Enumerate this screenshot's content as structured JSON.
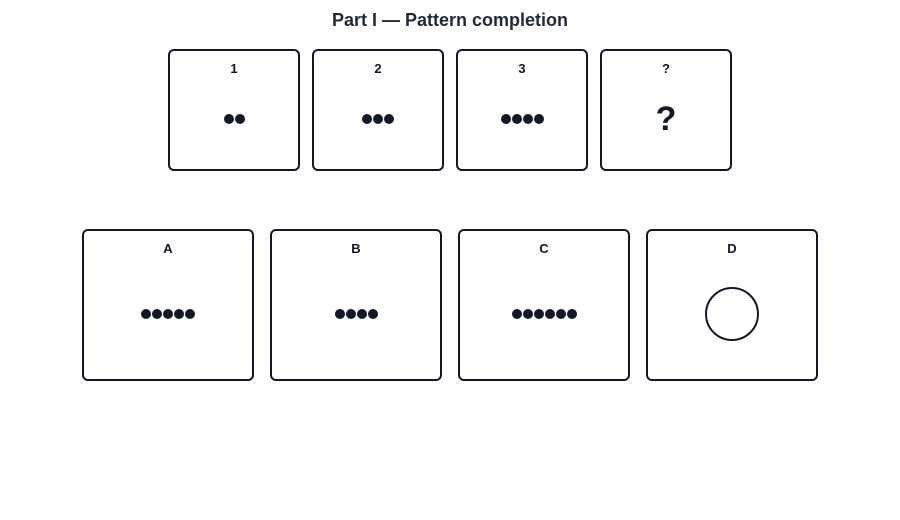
{
  "title": "Part I — Pattern completion",
  "sequence": [
    {
      "label": "1",
      "kind": "dots",
      "count": 2
    },
    {
      "label": "2",
      "kind": "dots",
      "count": 3
    },
    {
      "label": "3",
      "kind": "dots",
      "count": 4
    },
    {
      "label": "?",
      "kind": "question",
      "text": "?"
    }
  ],
  "options": [
    {
      "label": "A",
      "kind": "dots",
      "count": 5
    },
    {
      "label": "B",
      "kind": "dots",
      "count": 4
    },
    {
      "label": "C",
      "kind": "dots",
      "count": 6
    },
    {
      "label": "D",
      "kind": "circle"
    }
  ],
  "colors": {
    "ink": "#111827",
    "background": "#ffffff"
  }
}
